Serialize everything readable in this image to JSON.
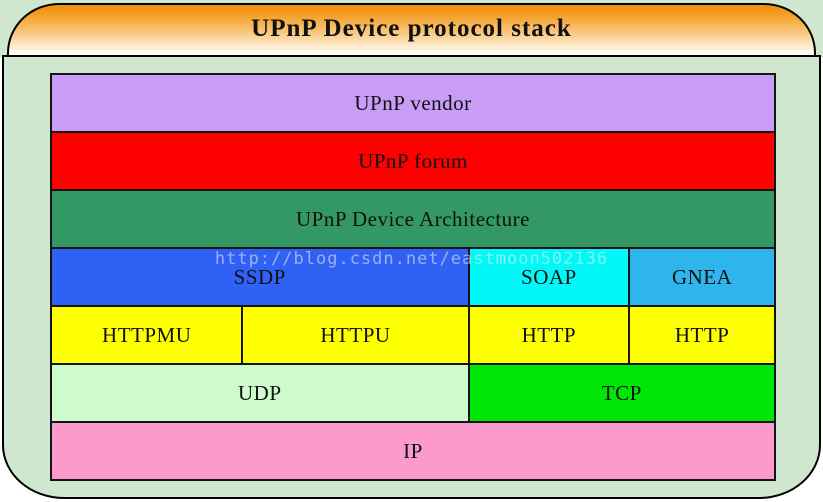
{
  "title": "UPnP Device protocol stack",
  "watermark": "http://blog.csdn.net/eastmoon502136",
  "colors": {
    "page_bg": "#FFFFFF",
    "panel_bg": "#CEE7CE",
    "band_bg": "#CEE7CE",
    "border": "#000000",
    "title_gradient_top": "#EF8E08",
    "title_gradient_bottom": "#FFFEFA",
    "text": "#101010"
  },
  "stack": {
    "rows": [
      {
        "cells": [
          {
            "label": "UPnP vendor",
            "color": "#C99CF7",
            "span": 4
          }
        ]
      },
      {
        "cells": [
          {
            "label": "UPnP forum",
            "color": "#FE0000",
            "span": 4
          }
        ]
      },
      {
        "cells": [
          {
            "label": "UPnP Device Architecture",
            "color": "#349865",
            "span": 4
          }
        ]
      },
      {
        "cells": [
          {
            "label": "SSDP",
            "color": "#3061F5",
            "span": 2
          },
          {
            "label": "SOAP",
            "color": "#00F8F8",
            "span": 1
          },
          {
            "label": "GNEA",
            "color": "#2EB6EC",
            "span": 1
          }
        ]
      },
      {
        "cells": [
          {
            "label": "HTTPMU",
            "color": "#FEFF00",
            "span": 1
          },
          {
            "label": "HTTPU",
            "color": "#FEFF00",
            "span": 1
          },
          {
            "label": "HTTP",
            "color": "#FEFF00",
            "span": 1
          },
          {
            "label": "HTTP",
            "color": "#FEFF00",
            "span": 1
          }
        ]
      },
      {
        "cells": [
          {
            "label": "UDP",
            "color": "#CDFBCD",
            "span": 2
          },
          {
            "label": "TCP",
            "color": "#00E607",
            "span": 2
          }
        ]
      },
      {
        "cells": [
          {
            "label": "IP",
            "color": "#FB9ACB",
            "span": 4
          }
        ]
      }
    ]
  }
}
